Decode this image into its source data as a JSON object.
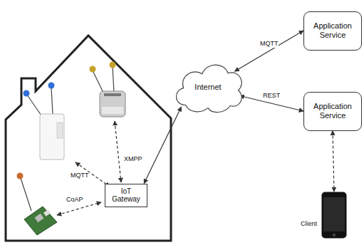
{
  "diagram": {
    "nodes": [
      {
        "text": [
          "Application Service"
        ]
      },
      {
        "text": [
          "Internet"
        ]
      },
      {
        "text": [
          "Application Service"
        ]
      },
      {
        "text": [
          "IoT Gateway"
        ]
      },
      {
        "text": [
          "Client"
        ]
      }
    ],
    "edges": [
      {
        "from": 3,
        "to": 1,
        "arrow": "both"
      },
      {
        "from": 1,
        "to": 0,
        "label": "MQTT",
        "arrow": "both"
      },
      {
        "from": 1,
        "to": 2,
        "label": "REST",
        "arrow": "both"
      },
      {
        "from": 2,
        "to": 4,
        "arrow": "both"
      }
    ],
    "labels": [
      "MQTT",
      "XMPP",
      "CoAP"
    ]
  }
}
